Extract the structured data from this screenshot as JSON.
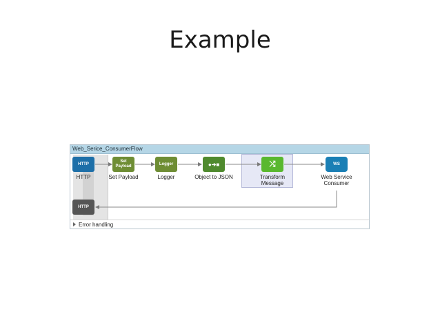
{
  "slide": {
    "title": "Example"
  },
  "flow": {
    "name": "Web_Serice_ConsumerFlow",
    "components": [
      {
        "id": "http",
        "label": "HTTP",
        "icon": "http-globe-icon",
        "icon_text": "HTTP",
        "color": "#1d6fa8"
      },
      {
        "id": "set-payload",
        "label": "Set Payload",
        "icon": "set-payload-icon",
        "icon_text": "Set\nPayload",
        "color": "#6e8d34"
      },
      {
        "id": "logger",
        "label": "Logger",
        "icon": "logger-icon",
        "icon_text": "Logger",
        "color": "#6e8d34"
      },
      {
        "id": "object-to-json",
        "label": "Object to JSON",
        "icon": "object-to-json-icon",
        "icon_text": "●➔■",
        "color": "#4f8a2e"
      },
      {
        "id": "transform-message",
        "label": "Transform\nMessage",
        "icon": "transform-icon",
        "icon_text": "⤮",
        "color": "#59b82f"
      },
      {
        "id": "web-service-consumer",
        "label": "Web Service\nConsumer",
        "icon": "web-service-icon",
        "icon_text": "WS",
        "color": "#1a7fb5"
      }
    ],
    "response": {
      "label": "HTTP",
      "icon": "http-response-icon",
      "color": "#555555"
    },
    "error_handling": "Error handling"
  }
}
